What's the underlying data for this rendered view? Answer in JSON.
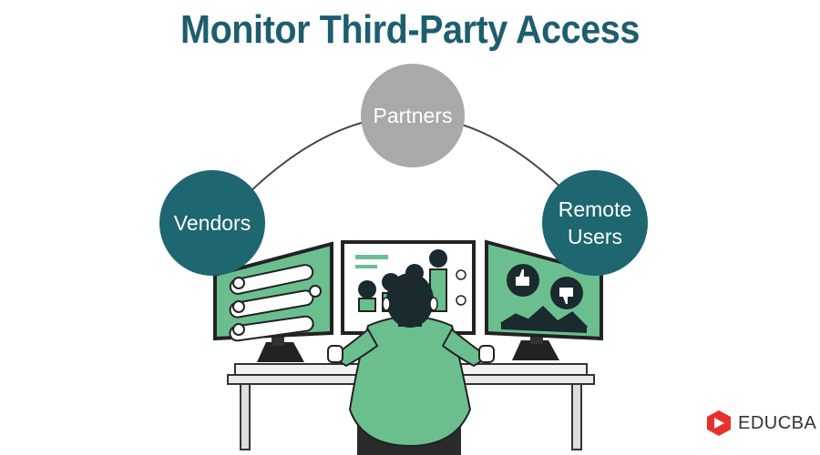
{
  "title": "Monitor Third-Party Access",
  "nodes": {
    "partners": "Partners",
    "vendors": "Vendors",
    "remote_line1": "Remote",
    "remote_line2": "Users"
  },
  "brand": {
    "name": "EDUCBA",
    "color": "#e5322d"
  },
  "colors": {
    "title": "#1d5e6e",
    "teal": "#1e6670",
    "gray": "#a9a9a9",
    "screen_green": "#6bbf8e"
  }
}
